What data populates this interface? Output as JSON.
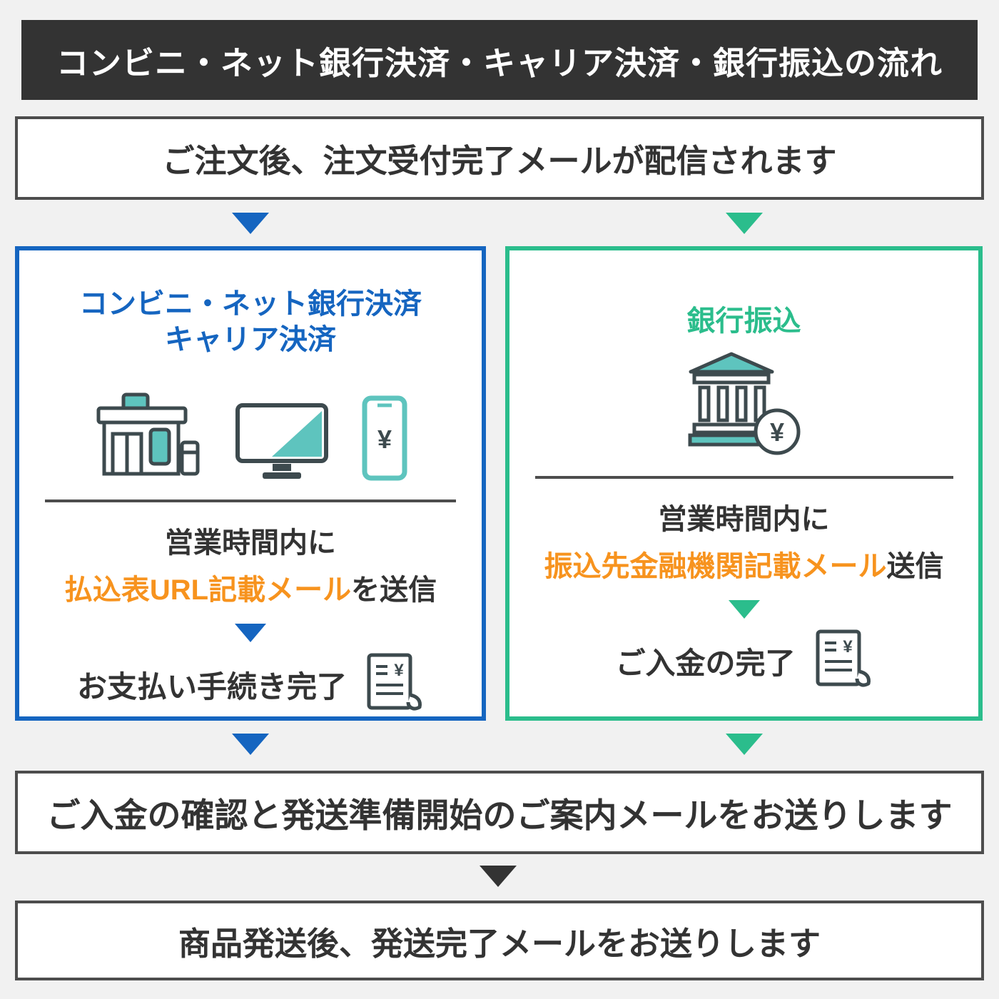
{
  "colors": {
    "background": "#f1f1f1",
    "header_bg": "#333333",
    "box_border": "#4d4d4d",
    "text_dark": "#333333",
    "blue": "#1565c0",
    "green": "#2bbd8c",
    "orange": "#f7931e",
    "teal": "#5ec4be"
  },
  "header": {
    "title": "コンビニ・ネット銀行決済・キャリア決済・銀行振込の流れ"
  },
  "flow": {
    "step_order": "ご注文後、注文受付完了メールが配信されます",
    "step_confirmation": "ご入金の確認と発送準備開始のご案内メールをお送りします",
    "step_shipping": "商品発送後、発送完了メールをお送りします"
  },
  "left_branch": {
    "title_line1": "コンビニ・ネット銀行決済",
    "title_line2": "キャリア決済",
    "hours_label": "営業時間内に",
    "mail_highlight": "払込表URL記載メール",
    "mail_suffix": "を送信",
    "done_label": "お支払い手続き完了"
  },
  "right_branch": {
    "title": "銀行振込",
    "hours_label": "営業時間内に",
    "mail_highlight": "振込先金融機関記載メール",
    "mail_suffix": "送信",
    "done_label": "ご入金の完了"
  },
  "icons": {
    "yen_symbol": "¥",
    "store": "convenience-store-icon",
    "monitor": "online-banking-monitor-icon",
    "phone": "carrier-phone-icon",
    "bank": "bank-building-icon",
    "receipt": "receipt-icon"
  }
}
